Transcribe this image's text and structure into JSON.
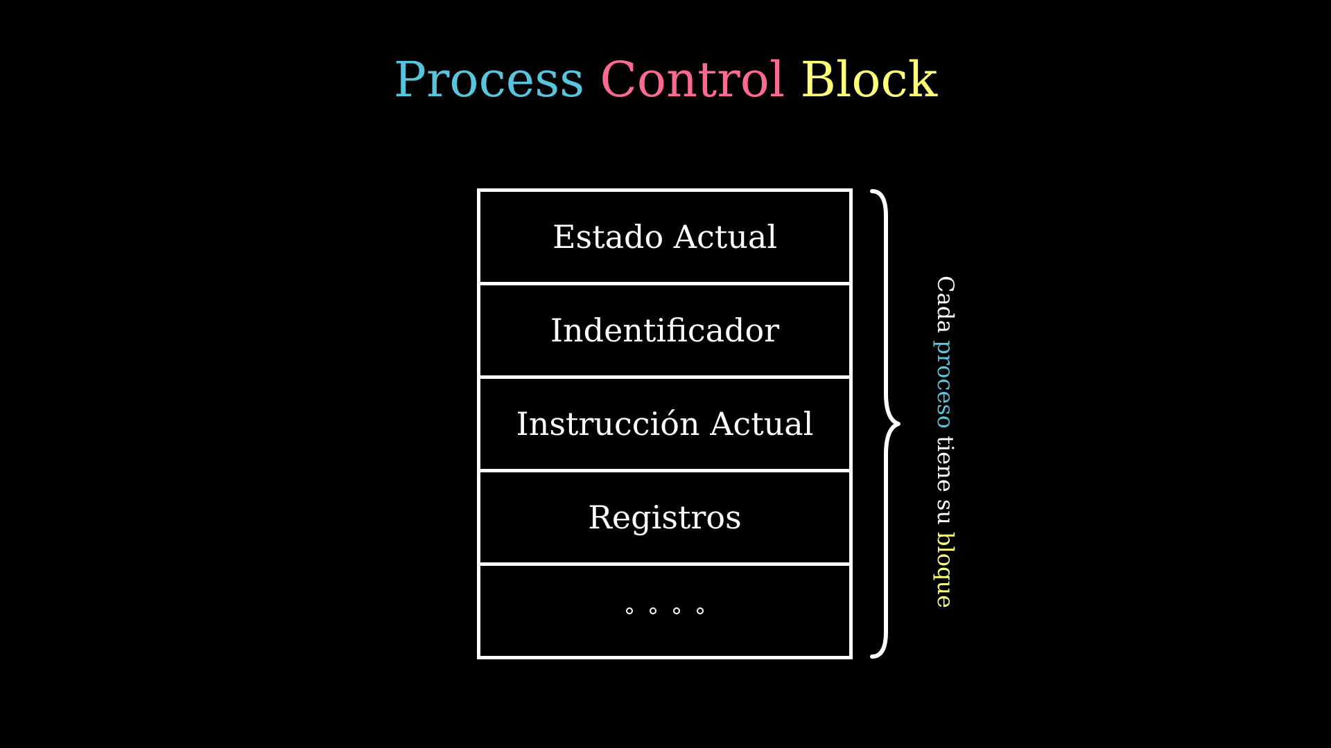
{
  "title": {
    "word1": "Process",
    "word2": "Control",
    "word3": "Block",
    "colors": {
      "word1": "#58C4DD",
      "word2": "#FC6A8F",
      "word3": "#FFFF7A"
    }
  },
  "blocks": [
    {
      "label": "Estado Actual"
    },
    {
      "label": "Indentificador"
    },
    {
      "label": "Instrucción Actual"
    },
    {
      "label": "Registros"
    },
    {
      "label": ""
    }
  ],
  "ellipsis_icon": "four-dot-ellipsis",
  "brace_icon": "right-curly-brace",
  "side_note": {
    "part1": "Cada ",
    "part2": "proceso",
    "part3": " tiene su ",
    "part4": "bloque",
    "colors": {
      "part2": "#58C4DD",
      "part4": "#FFFF7A"
    }
  }
}
